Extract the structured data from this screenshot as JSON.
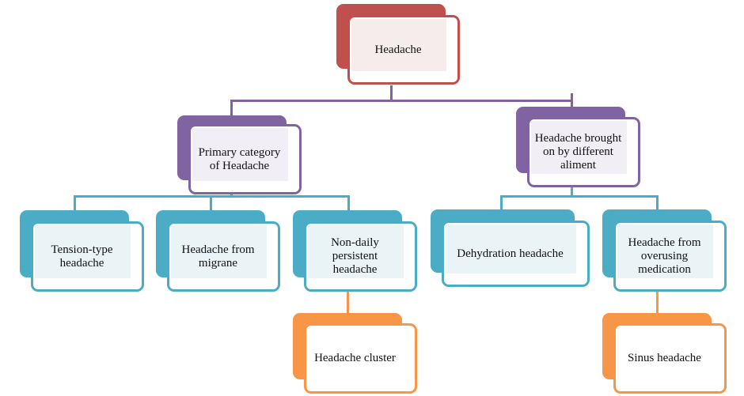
{
  "root": {
    "label": "Headache"
  },
  "primary": {
    "label": "Primary category\nof Headache"
  },
  "secondary": {
    "label": "Headache brought\non by different\naliment"
  },
  "tension": {
    "label": "Tension-type\nheadache"
  },
  "migraine": {
    "label": "Headache from\nmigrane"
  },
  "nondaily": {
    "label": "Non-daily\npersistent\nheadache"
  },
  "cluster": {
    "label": "Headache cluster"
  },
  "dehydration": {
    "label": "Dehydration headache"
  },
  "overuse": {
    "label": "Headache from\noverusing\nmedication"
  },
  "sinus": {
    "label": "Sinus headache"
  },
  "colors": {
    "root": "#c0504d",
    "category": "#8064a2",
    "type": "#4bacc6",
    "subtype": "#f79646"
  }
}
